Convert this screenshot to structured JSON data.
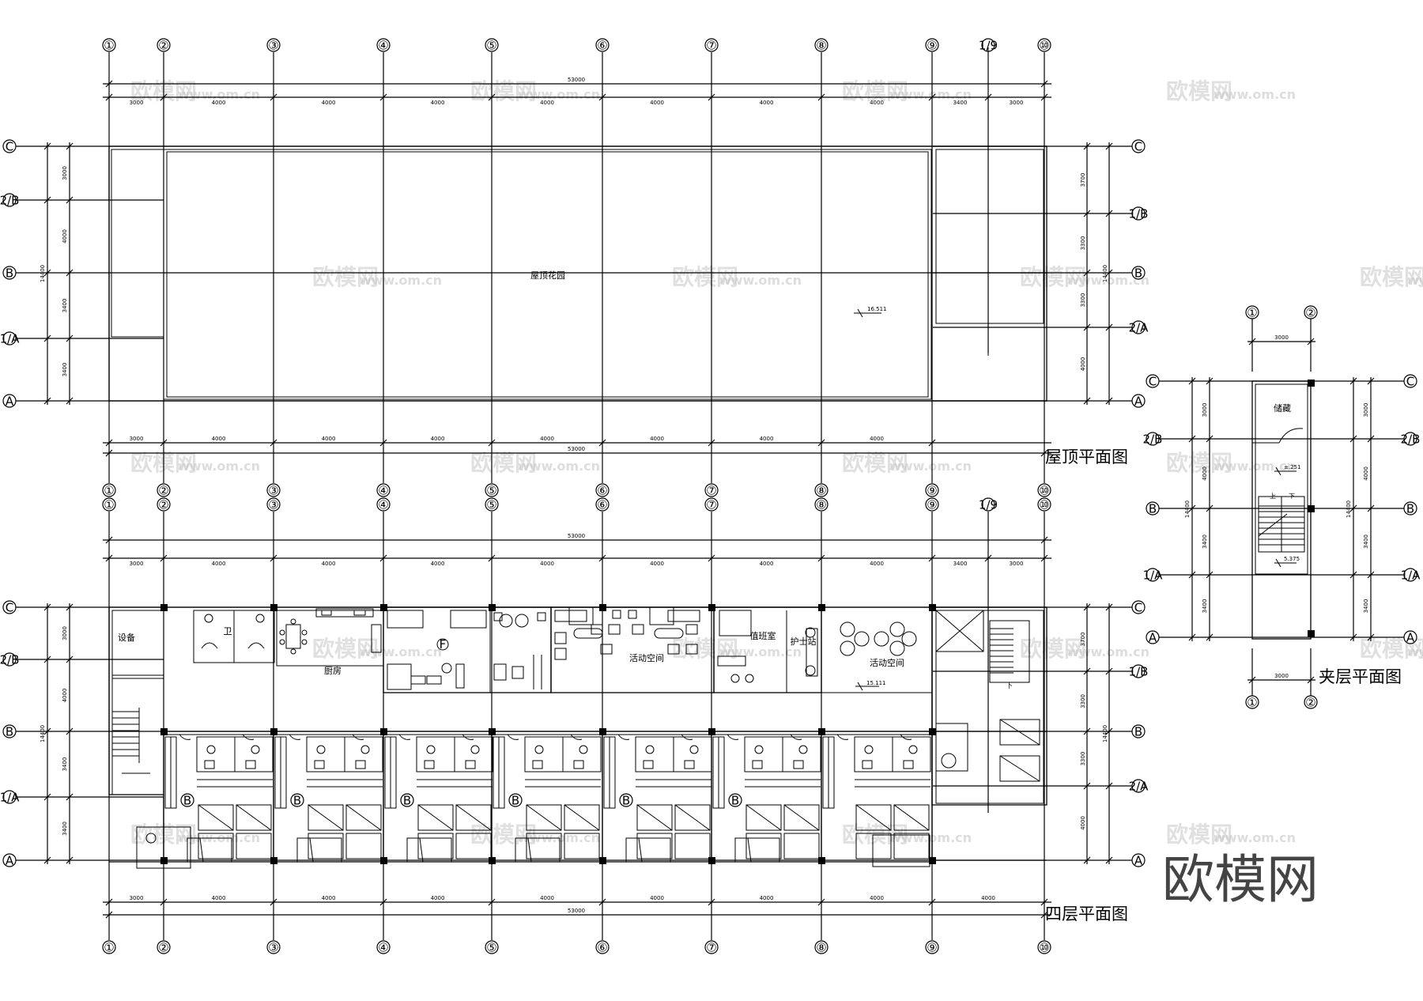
{
  "plans": {
    "roof": {
      "title": "屋顶平面图",
      "garden_label": "屋顶花园",
      "elevation": "16.511",
      "columns": [
        "①",
        "②",
        "③",
        "④",
        "⑤",
        "⑥",
        "⑦",
        "⑧",
        "⑨",
        "1/9",
        "⑩"
      ],
      "rows": [
        "C",
        "2/B",
        "B",
        "1/A",
        "A"
      ],
      "right_rows": [
        "C",
        "1/B",
        "B",
        "2/A",
        "A"
      ],
      "span_dims": [
        "3000",
        "4000",
        "4000",
        "4000",
        "4000",
        "4000",
        "4000",
        "4000",
        "3400",
        "3000"
      ],
      "total": "53000",
      "bottom_dims": [
        "3000",
        "4000",
        "4000",
        "4000",
        "4000",
        "4000",
        "4000",
        "4000"
      ],
      "row_dims_left": [
        "3000",
        "4000",
        "3400",
        "3400"
      ],
      "row_dims_right": [
        "3700",
        "3300",
        "3300",
        "4000"
      ],
      "overall_height": "14400"
    },
    "fourth": {
      "title": "四层平面图",
      "columns": [
        "①",
        "②",
        "③",
        "④",
        "⑤",
        "⑥",
        "⑦",
        "⑧",
        "⑨",
        "1/9",
        "⑩"
      ],
      "rows": [
        "C",
        "2/B",
        "B",
        "1/A",
        "A"
      ],
      "right_rows": [
        "C",
        "1/B",
        "B",
        "2/A",
        "A"
      ],
      "rooms": {
        "equipment": "设备",
        "toilet": "卫",
        "kitchen": "厨房",
        "activity1": "活动空间",
        "duty": "值班室",
        "nurse": "护士站",
        "activity2": "活动空间"
      },
      "elevation": "15.111",
      "span_dims": [
        "3000",
        "4000",
        "4000",
        "4000",
        "4000",
        "4000",
        "4000",
        "4000",
        "3400",
        "3000"
      ],
      "total": "53000",
      "bottom_dims": [
        "3000",
        "4000",
        "4000",
        "4000",
        "4000",
        "4000",
        "4000",
        "4000",
        "4000"
      ],
      "row_dims_left": [
        "3000",
        "4000",
        "3400",
        "3400"
      ],
      "row_dims_right": [
        "3700",
        "3300",
        "3300",
        "4000"
      ],
      "overall_height": "14400",
      "room_tag_f": "F",
      "room_tag_b": "B"
    },
    "mezzanine": {
      "title": "夹层平面图",
      "storage": "储藏",
      "elev_top": "±.251",
      "elev_bottom": "5.375",
      "up": "上",
      "down": "下",
      "columns": [
        "①",
        "②"
      ],
      "rows": [
        "C",
        "2/B",
        "B",
        "1/A",
        "A"
      ],
      "span_dim": "3000",
      "row_dims": [
        "3000",
        "4000",
        "3400",
        "3400"
      ],
      "overall_height": "14400"
    }
  },
  "watermark": {
    "brand": "欧模网",
    "url": "www.om.cn"
  }
}
